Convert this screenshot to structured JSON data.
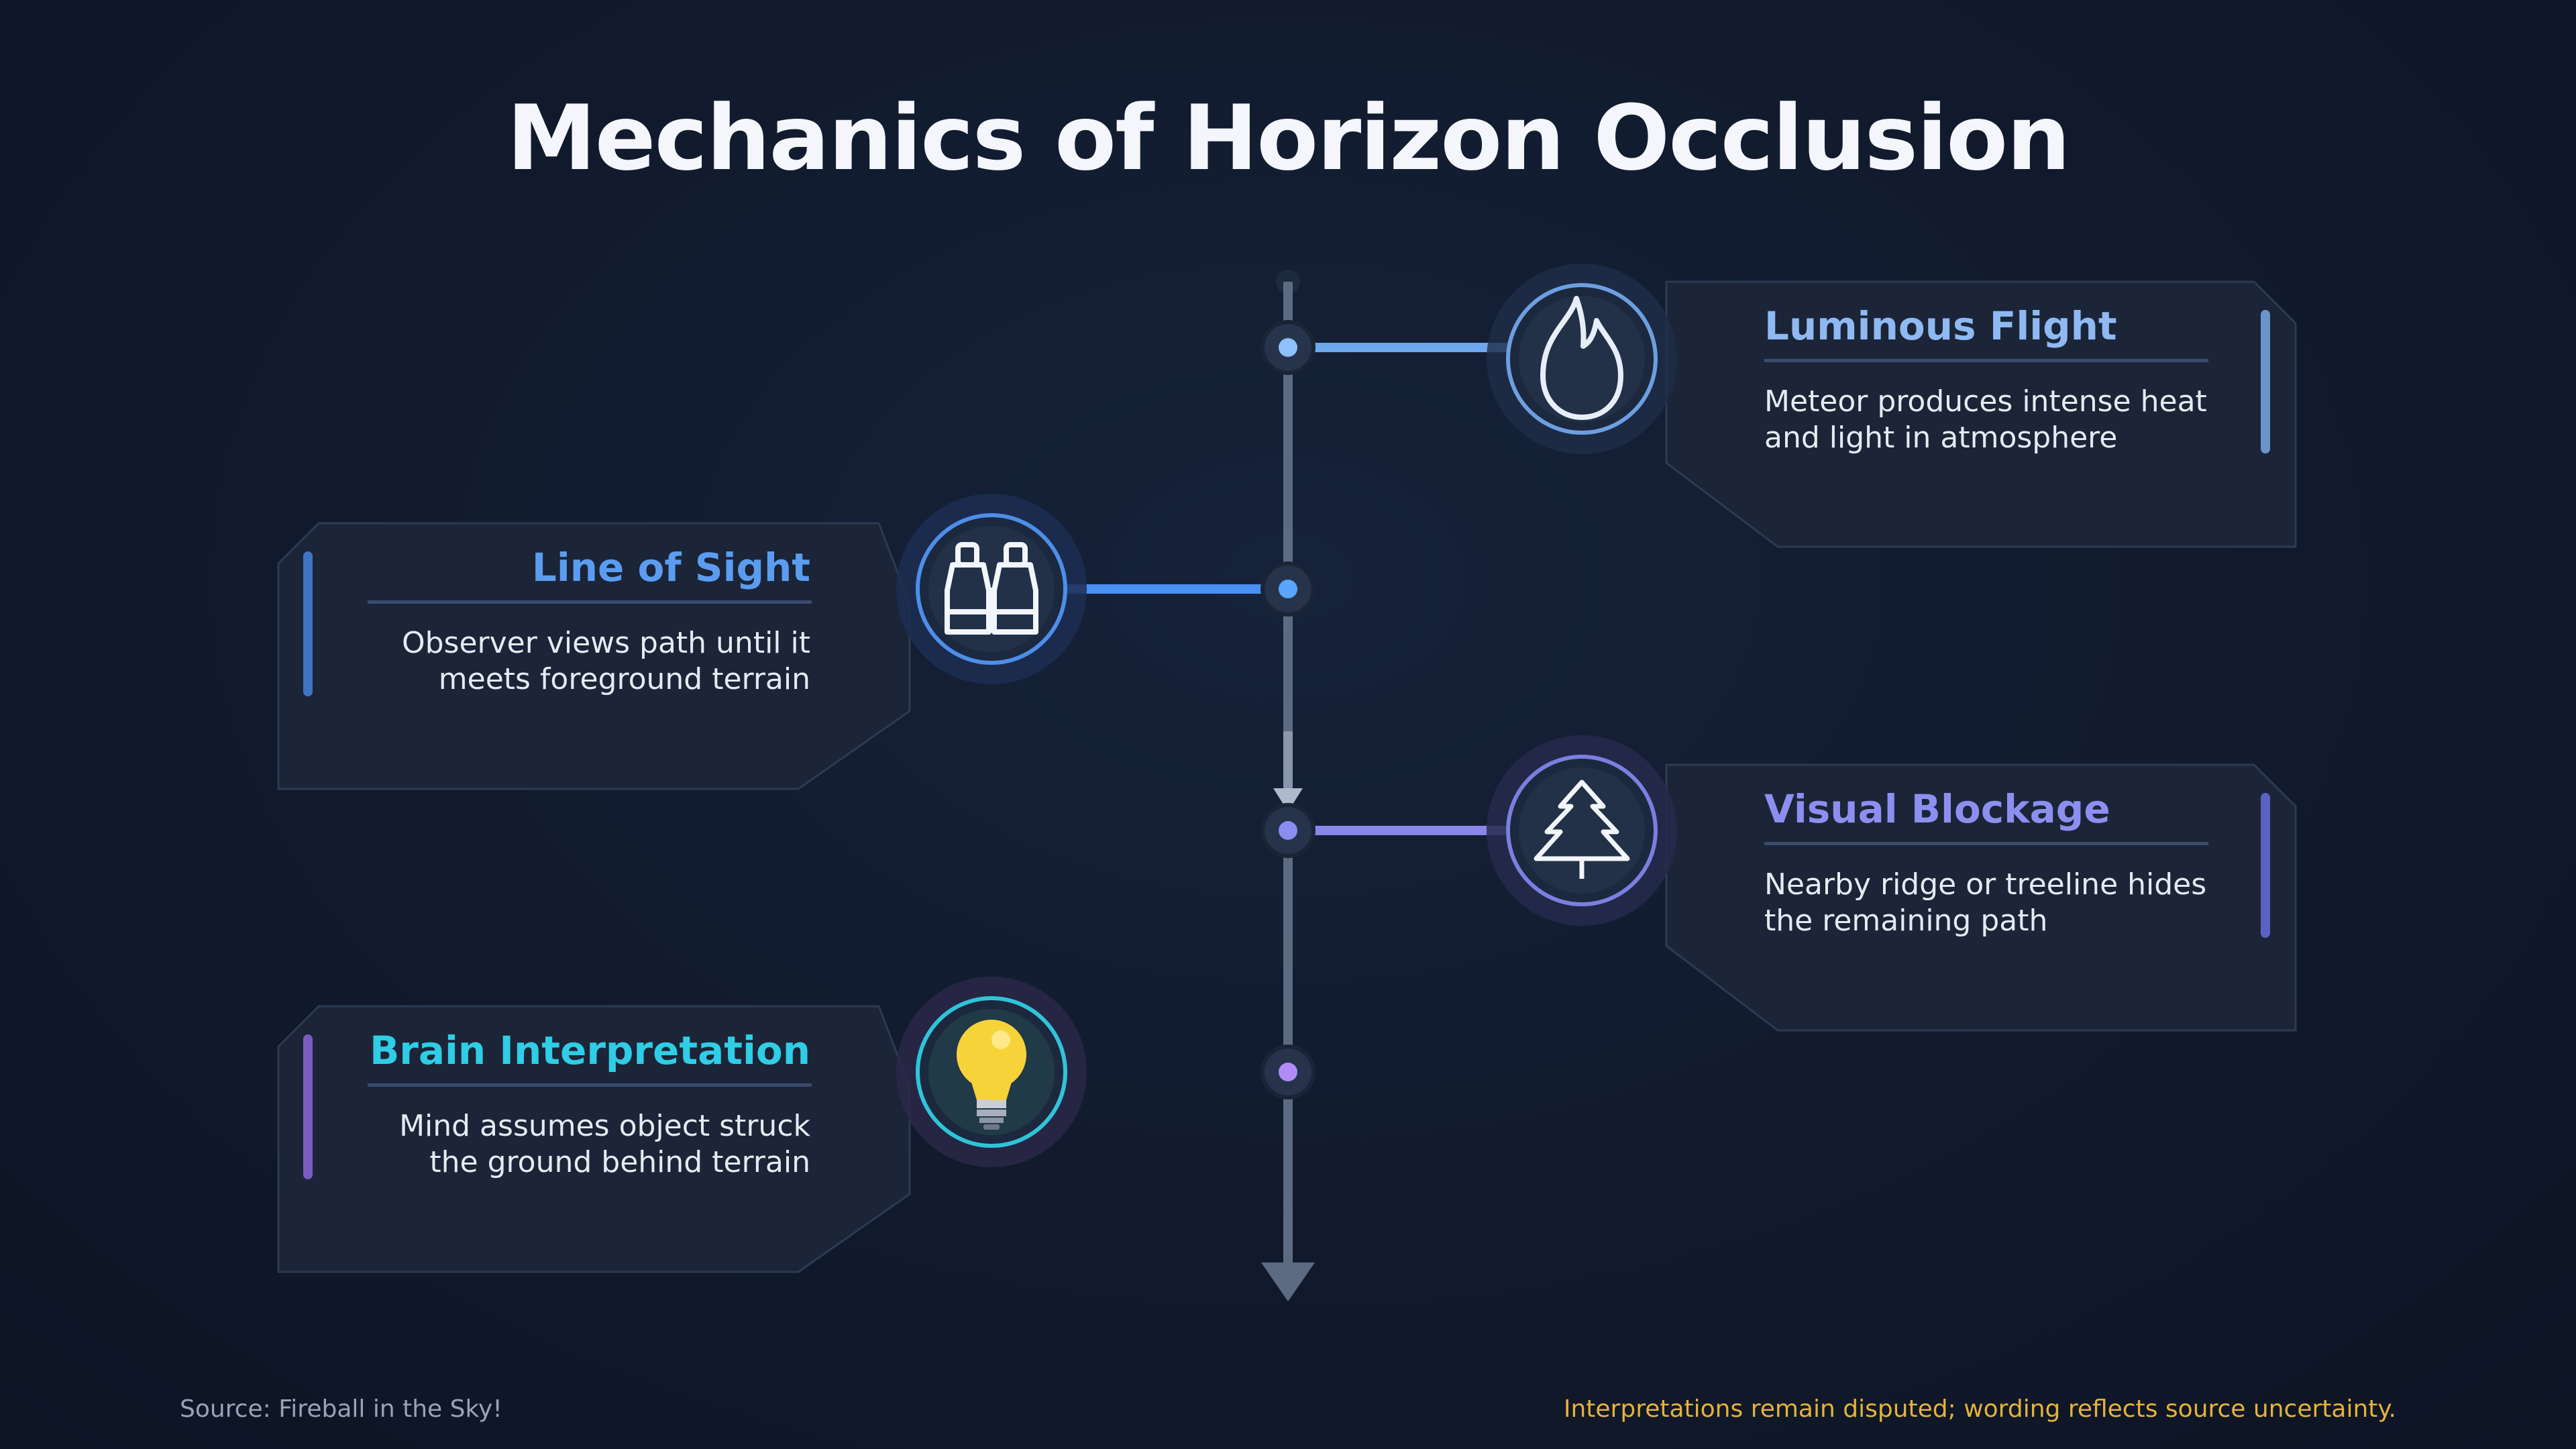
{
  "title": "Mechanics of Horizon Occlusion",
  "steps": [
    {
      "title": "Luminous Flight",
      "body_lines": [
        "Meteor produces intense heat",
        "and light in atmosphere"
      ],
      "icon": "flame-icon",
      "color": "#8fb9f2"
    },
    {
      "title": "Line of Sight",
      "body_lines": [
        "Observer views path until it",
        "meets foreground terrain"
      ],
      "icon": "binoculars-icon",
      "color": "#5b9cf0"
    },
    {
      "title": "Visual Blockage",
      "body_lines": [
        "Nearby ridge or treeline hides",
        "the remaining path"
      ],
      "icon": "pine-tree-icon",
      "color": "#8d8ff0"
    },
    {
      "title": "Brain Interpretation",
      "body_lines": [
        "Mind assumes object struck",
        "the ground behind terrain"
      ],
      "icon": "lightbulb-icon",
      "color": "#2fcde6"
    }
  ],
  "footer": {
    "source": "Source: Fireball in the Sky!",
    "note": "Interpretations remain disputed; wording reflects source uncertainty."
  }
}
